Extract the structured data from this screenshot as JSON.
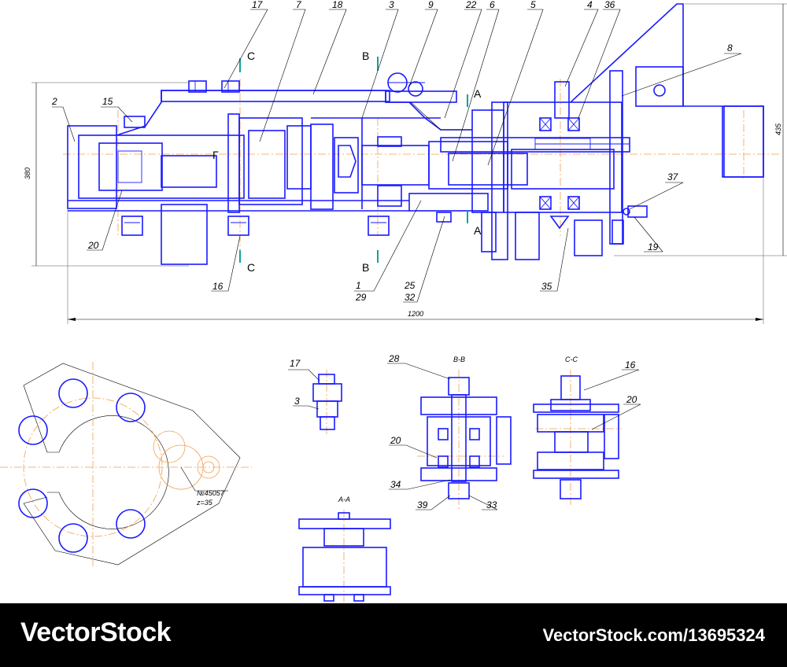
{
  "callouts": {
    "c17": "17",
    "c7": "7",
    "c18": "18",
    "c3": "3",
    "c9": "9",
    "c22": "22",
    "c6": "6",
    "c5": "5",
    "c4": "4",
    "c36": "36",
    "c8": "8",
    "c2": "2",
    "c15": "15",
    "c37": "37",
    "c19": "19",
    "c20": "20",
    "c16": "16",
    "c1": "1",
    "c29": "29",
    "c25": "25",
    "c32": "32",
    "c35": "35",
    "s17": "17",
    "s3": "3",
    "s28": "28",
    "s20": "20",
    "s34": "34",
    "s39": "39",
    "s33": "33",
    "sc16": "16",
    "sc20": "20"
  },
  "section_marks": {
    "C": "C",
    "B": "B",
    "A": "A",
    "F": "Г"
  },
  "dimensions": {
    "height_left": "380",
    "height_right": "435",
    "overall_width": "1200"
  },
  "section_titles": {
    "bb": "B-B",
    "cc": "C-C",
    "aa": "A-A"
  },
  "gear_note": {
    "line1": "№45057",
    "line2": "z=35"
  },
  "colors": {
    "outline": "#1a1aff",
    "centerline": "#f0a050",
    "cutting_mark": "#11a0a0",
    "footer_bg": "#000000"
  },
  "footer": {
    "brand": "VectorStock",
    "url": "VectorStock.com/13695324"
  }
}
